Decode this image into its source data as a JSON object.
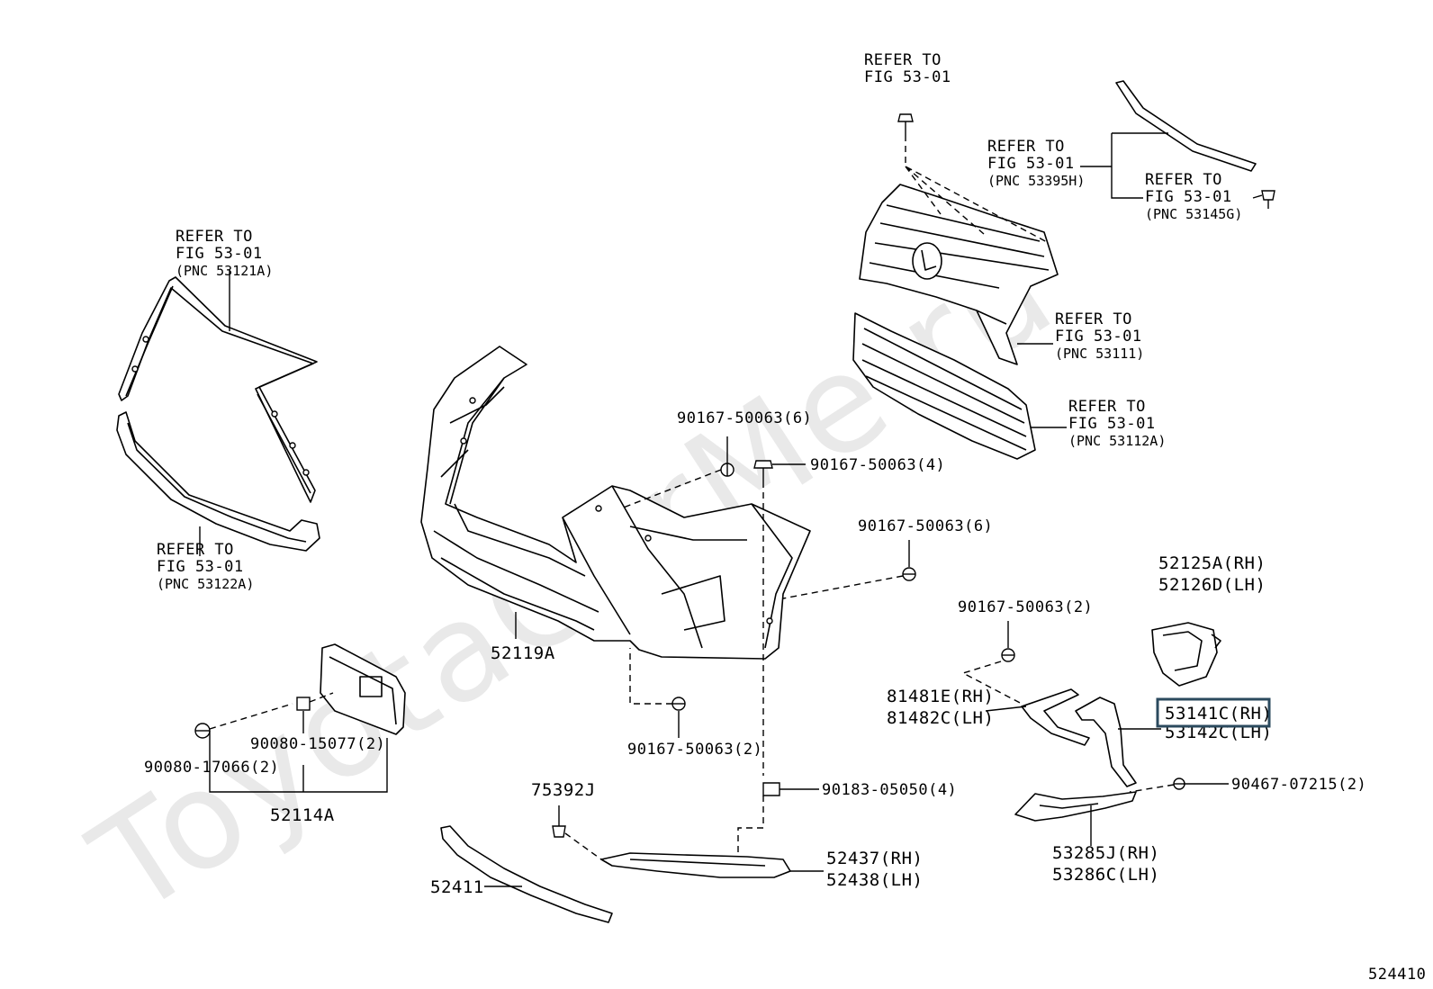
{
  "watermark": "ToyotaCarMe.ru",
  "figure_id": "524410",
  "refer_notes": {
    "grille_bolt": [
      "REFER TO",
      "FIG 53-01"
    ],
    "molding_top": [
      "REFER TO",
      "FIG 53-01",
      "(PNC 53395H)"
    ],
    "clip_top": [
      "REFER TO",
      "FIG 53-01",
      "(PNC 53145G)"
    ],
    "grille_upper": [
      "REFER TO",
      "FIG 53-01",
      "(PNC 53111)"
    ],
    "grille_lower": [
      "REFER TO",
      "FIG 53-01",
      "(PNC 53112A)"
    ],
    "frame_upper": [
      "REFER TO",
      "FIG 53-01",
      "(PNC 53121A)"
    ],
    "frame_lower": [
      "REFER TO",
      "FIG 53-01",
      "(PNC 53122A)"
    ]
  },
  "parts": {
    "bolt_a": "90167-50063(6)",
    "bolt_b": "90167-50063(4)",
    "bolt_c": "90167-50063(6)",
    "bolt_d": "90167-50063(2)",
    "bolt_e": "90167-50063(2)",
    "bumper_cover": "52119A",
    "bracket_rh": "52125A(RH)",
    "bracket_lh": "52126D(LH)",
    "lamp_rh": "81481E(RH)",
    "lamp_lh": "81482C(LH)",
    "molding_rh": "53141C(RH)",
    "molding_lh": "53142C(LH)",
    "screw": "90467-07215(2)",
    "cover_rh": "53285J(RH)",
    "cover_lh": "53286C(LH)",
    "nut": "90183-05050(4)",
    "spoiler_rh": "52437(RH)",
    "spoiler_lh": "52438(LH)",
    "clip": "75392J",
    "lower_strip": "52411",
    "plate_bracket": "52114A",
    "plate_bolt": "90080-17066(2)",
    "plate_nut": "90080-15077(2)"
  },
  "highlighted_part": "molding_rh"
}
